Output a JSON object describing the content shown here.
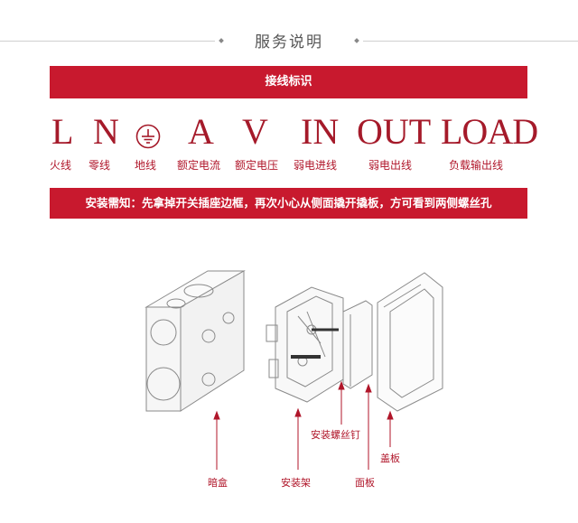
{
  "header": {
    "title": "服务说明"
  },
  "wiring_bar": {
    "label": "接线标识"
  },
  "symbols": [
    {
      "mark": "L",
      "caption": "火线"
    },
    {
      "mark": "N",
      "caption": "零线"
    },
    {
      "mark": "",
      "caption": "地线",
      "icon": "ground-symbol-icon"
    },
    {
      "mark": "A",
      "caption": "额定电流"
    },
    {
      "mark": "V",
      "caption": "额定电压"
    },
    {
      "mark": "IN",
      "caption": "弱电进线"
    },
    {
      "mark": "OUT",
      "caption": "弱电出线"
    },
    {
      "mark": "LOAD",
      "caption": "负载输出线"
    }
  ],
  "install_note": {
    "text": "安装需知：先拿掉开关插座边框，再次小心从侧面撬开撬板，方可看到两侧螺丝孔"
  },
  "diagram": {
    "labels": {
      "dark_box": "暗盒",
      "mount_frame": "安装架",
      "mount_screw": "安装螺丝钉",
      "panel": "面板",
      "cover": "盖板"
    },
    "accent_color": "#b0162a"
  },
  "colors": {
    "brand_red": "#c8192e",
    "text_red": "#a51a2a"
  }
}
